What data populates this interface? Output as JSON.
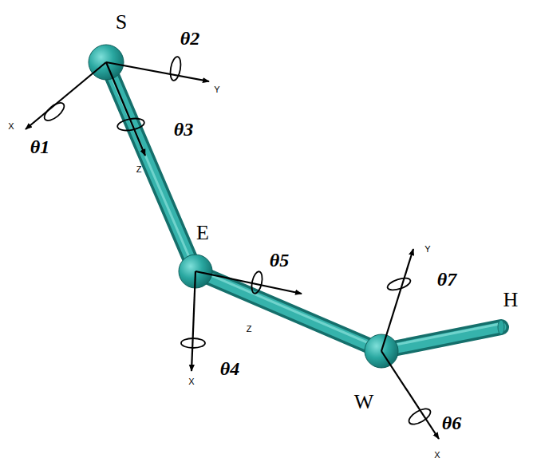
{
  "diagram": {
    "labels": [
      "S",
      "θ2",
      "Y",
      "X",
      "θ1",
      "θ3",
      "Z",
      "E",
      "θ5",
      "Z",
      "X",
      "θ4",
      "Y",
      "θ7",
      "H",
      "W",
      "θ6",
      "X"
    ]
  }
}
